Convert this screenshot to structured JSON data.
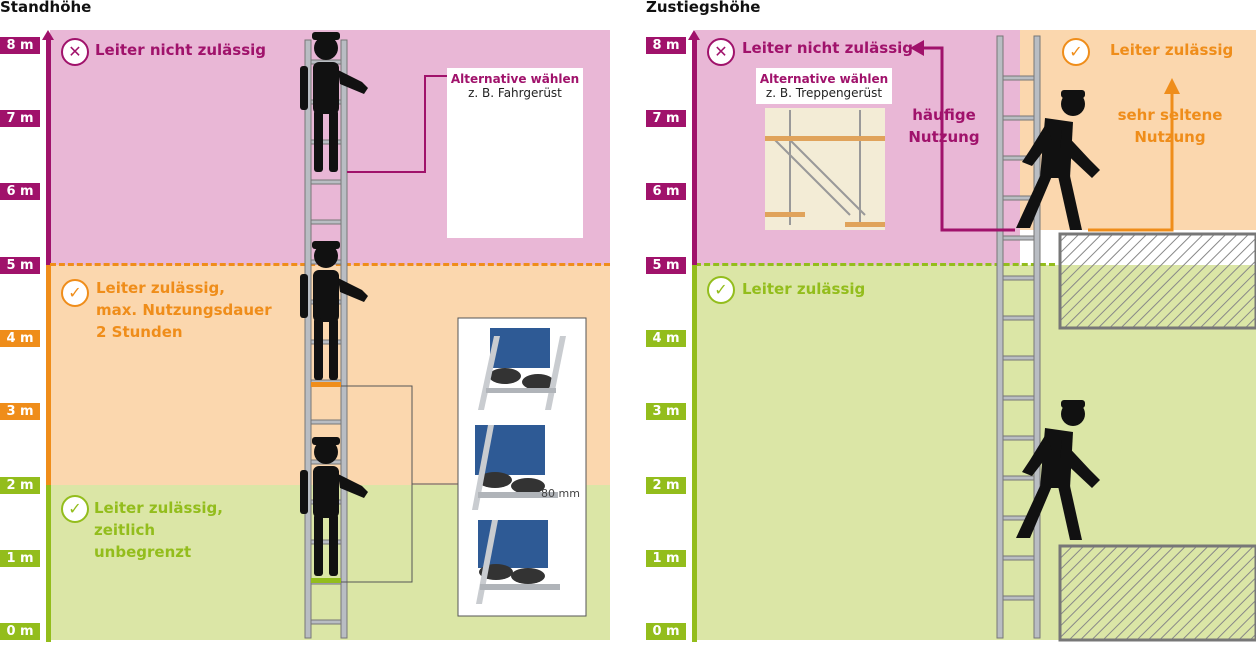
{
  "left": {
    "title": "Standhöhe",
    "zone_top": "Leiter nicht zulässig",
    "zone_mid": [
      "Leiter zulässig,",
      "max. Nutzungsdauer",
      "2 Stunden"
    ],
    "zone_bot": [
      "Leiter zulässig,",
      "zeitlich",
      "unbegrenzt"
    ],
    "alt_title": "Alternative wählen",
    "alt_sub": "z. B. Fahrgerüst",
    "measure": "80 mm"
  },
  "right": {
    "title": "Zustiegshöhe",
    "zone_top": "Leiter nicht zulässig",
    "zone_top_right": "Leiter zulässig",
    "zone_bot": "Leiter zulässig",
    "alt_title": "Alternative wählen",
    "alt_sub": "z. B. Treppengerüst",
    "freq": [
      "häufige",
      "Nutzung"
    ],
    "rare": [
      "sehr seltene",
      "Nutzung"
    ]
  },
  "scale_labels": [
    "8 m",
    "7 m",
    "6 m",
    "5 m",
    "4 m",
    "3 m",
    "2 m",
    "1 m",
    "0 m"
  ],
  "colors": {
    "magenta": "#a0126b",
    "pink_bg": "#e9b7d6",
    "orange": "#ef8d1a",
    "orange_bg": "#fbd7ae",
    "green": "#93bd1c",
    "green_bg": "#dbe6a6"
  }
}
